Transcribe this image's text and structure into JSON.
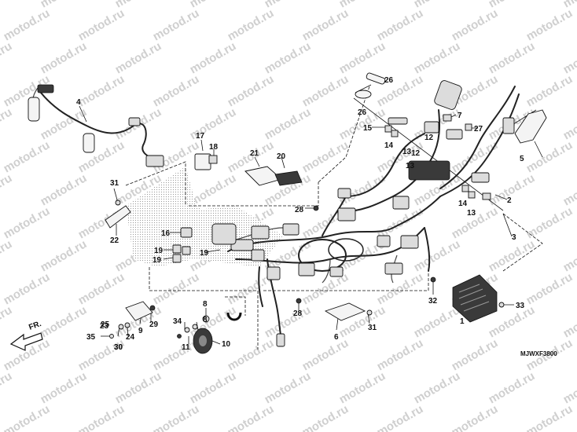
{
  "diagram": {
    "watermark": "motod.ru",
    "figure_code": "MJWXF3800",
    "direction_label": "FR.",
    "callouts": [
      "1",
      "2",
      "3",
      "4",
      "5",
      "6",
      "7",
      "8",
      "9",
      "10",
      "11",
      "12",
      "13",
      "14",
      "15",
      "16",
      "17",
      "18",
      "19",
      "20",
      "21",
      "22",
      "23",
      "24",
      "25",
      "26",
      "27",
      "28",
      "29",
      "30",
      "31",
      "32",
      "33",
      "34",
      "35"
    ]
  }
}
